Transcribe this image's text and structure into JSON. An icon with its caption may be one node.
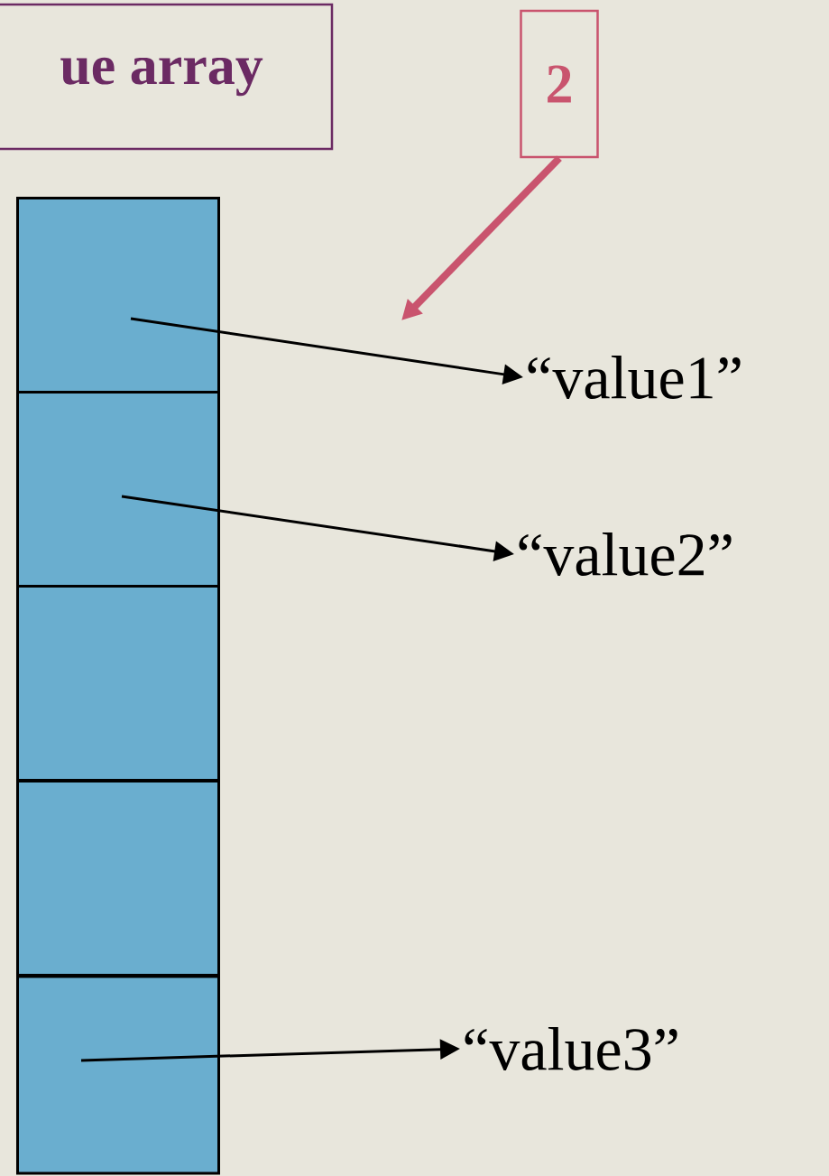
{
  "diagram": {
    "nodes": [
      {
        "text": [
          "ue array"
        ]
      },
      {
        "text": [
          "2"
        ]
      },
      {
        "text": [],
        "shape": "box"
      },
      {
        "text": [],
        "shape": "box"
      },
      {
        "text": [],
        "shape": "box"
      },
      {
        "text": [],
        "shape": "box"
      },
      {
        "text": [],
        "shape": "box"
      },
      {
        "text": [
          "“value1”"
        ]
      },
      {
        "text": [
          "“value2”"
        ]
      },
      {
        "text": [
          "“value3”"
        ]
      }
    ],
    "edges": [
      {
        "from": 1,
        "to": null,
        "arrow": "to",
        "style": "thick",
        "color": "#c9546e"
      },
      {
        "from": 2,
        "to": 7,
        "arrow": "to"
      },
      {
        "from": 3,
        "to": 8,
        "arrow": "to"
      },
      {
        "from": 6,
        "to": 9,
        "arrow": "to"
      }
    ]
  }
}
